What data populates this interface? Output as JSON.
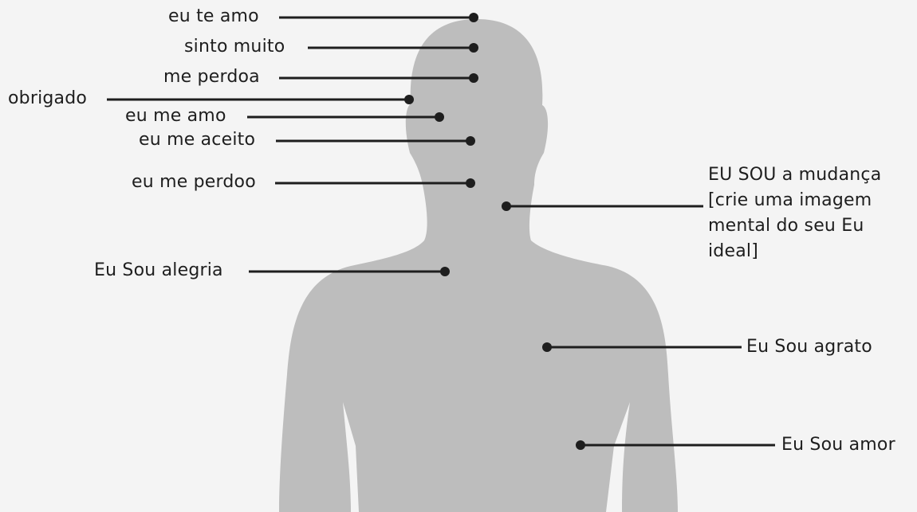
{
  "diagram": {
    "labels": {
      "eu_te_amo": "eu te amo",
      "sinto_muito": "sinto muito",
      "me_perdoa": "me perdoa",
      "obrigado": "obrigado",
      "eu_me_amo": "eu me amo",
      "eu_me_aceito": "eu me aceito",
      "eu_me_perdoo": "eu me perdoo",
      "eu_sou_alegria": "Eu Sou alegria",
      "eu_sou_a_mudanca": {
        "line1": "EU SOU a mudança",
        "line2": "[crie uma imagem",
        "line3": "mental do seu Eu",
        "line4": "ideal]"
      },
      "eu_sou_agrato": "Eu Sou agrato",
      "eu_sou_amor": "Eu Sou amor"
    },
    "colors": {
      "background": "#f4f4f4",
      "silhouette": "#bdbdbd",
      "ink": "#1e1e1e"
    }
  }
}
